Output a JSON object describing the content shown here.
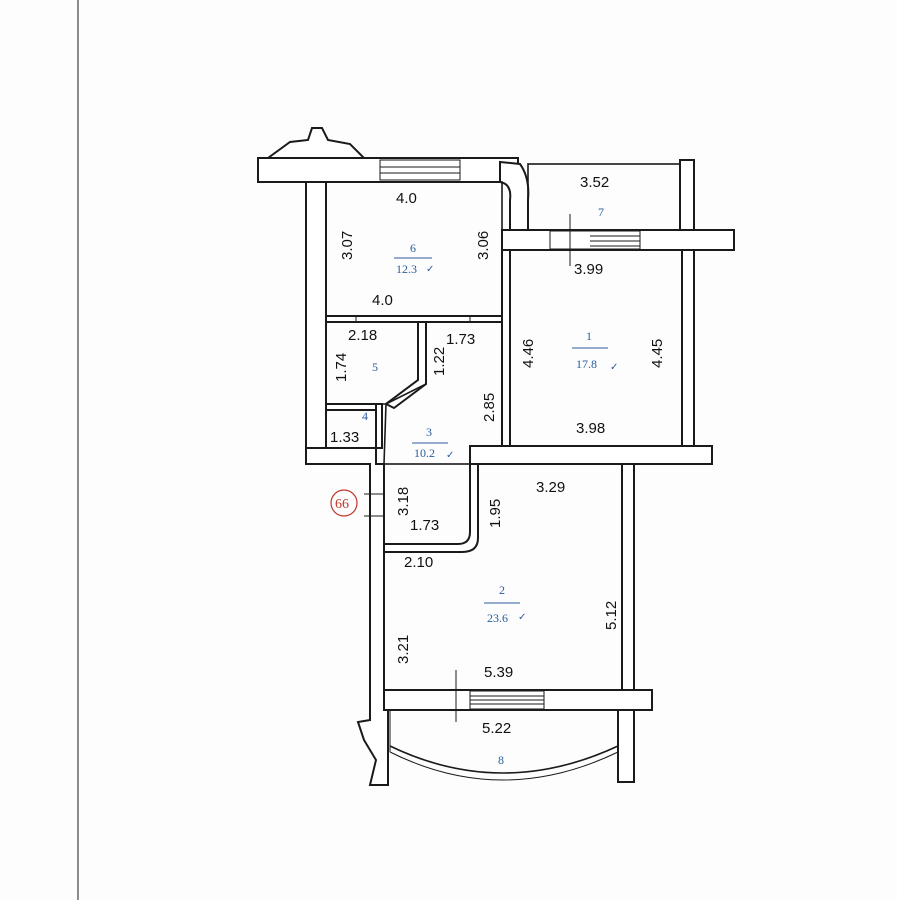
{
  "plan": {
    "rooms": [
      {
        "id": "room-1",
        "number": "1",
        "area": "17.8"
      },
      {
        "id": "room-2",
        "number": "2",
        "area": "23.6"
      },
      {
        "id": "room-3",
        "number": "3",
        "area": "10.2"
      },
      {
        "id": "room-4",
        "number": "4",
        "area": ""
      },
      {
        "id": "room-5",
        "number": "5",
        "area": ""
      },
      {
        "id": "room-6",
        "number": "6",
        "area": "12.3"
      },
      {
        "id": "room-7",
        "number": "7",
        "area": ""
      },
      {
        "id": "room-8",
        "number": "8",
        "area": ""
      }
    ],
    "dimensions": {
      "r6_top": "4.0",
      "r6_bottom": "4.0",
      "r6_left": "3.07",
      "r6_right": "3.06",
      "r7_top": "3.52",
      "r1_top": "3.99",
      "r1_left": "4.46",
      "r1_right": "4.45",
      "r1_bottom": "3.98",
      "r5_top": "2.18",
      "r5_left": "1.74",
      "r5_right": "1.22",
      "r3_top": "1.73",
      "r3_right": "2.85",
      "r4_bottom": "1.33",
      "r3_left": "3.18",
      "r3_bottom": "1.73",
      "r3_right2": "1.95",
      "r2_top_right": "3.29",
      "r2_top_left": "2.10",
      "r2_left": "3.21",
      "r2_right": "5.12",
      "r2_bottom": "5.39",
      "r8_top": "5.22"
    },
    "stamp": "66"
  }
}
